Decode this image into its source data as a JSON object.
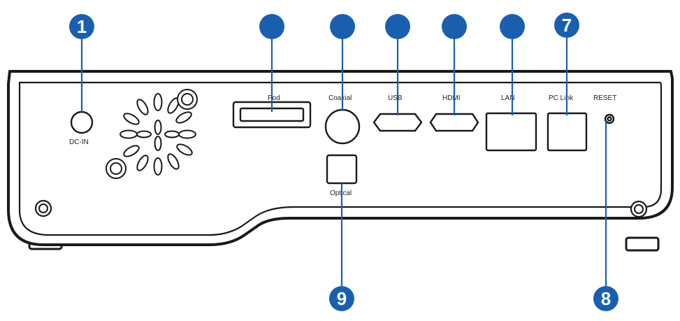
{
  "ports": {
    "dc_in": "DC-IN",
    "pod": "Pod",
    "coaxial": "Coaxial",
    "usb": "USB",
    "hdmi": "HDMI",
    "lan": "LAN",
    "pc_link": "PC Link",
    "reset": "RESET",
    "optical": "Optical"
  },
  "callouts": {
    "c1": "1",
    "c7": "7",
    "c8": "8",
    "c9": "9"
  },
  "colors": {
    "callout": "#1a5fae",
    "device_outline": "#1a1a1a",
    "background": "#ffffff"
  }
}
